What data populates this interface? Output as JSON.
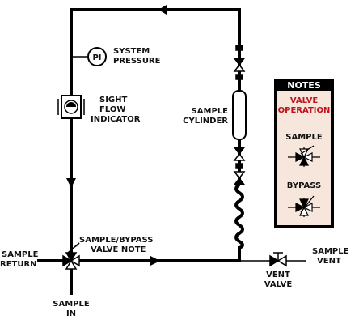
{
  "labels": {
    "system_pressure": [
      "SYSTEM",
      "PRESSURE"
    ],
    "pressure_indicator": "PI",
    "sight_flow": [
      "SIGHT",
      "FLOW",
      "INDICATOR"
    ],
    "sample_cylinder": [
      "SAMPLE",
      "CYLINDER"
    ],
    "sample_bypass": [
      "SAMPLE/BYPASS",
      "VALVE NOTE"
    ],
    "sample_return": [
      "SAMPLE",
      "RETURN"
    ],
    "sample_in": [
      "SAMPLE",
      "IN"
    ],
    "vent_valve": [
      "VENT",
      "VALVE"
    ],
    "sample_vent": [
      "SAMPLE",
      "VENT"
    ]
  },
  "notes": {
    "title": "NOTES",
    "subtitle": [
      "VALVE",
      "OPERATION"
    ],
    "sample": "SAMPLE",
    "bypass": "BYPASS"
  },
  "colors": {
    "line": "#000000",
    "notes_bg": "#f7e6dc",
    "notes_header": "#000000",
    "notes_red": "#c0141c"
  }
}
